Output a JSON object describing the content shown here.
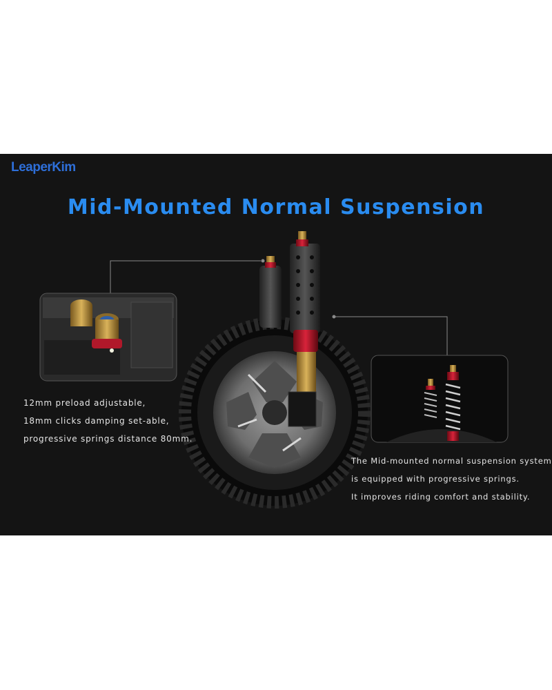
{
  "brand": {
    "logo_text": "LeaperKim"
  },
  "title": "Mid-Mounted Normal Suspension",
  "left_text": {
    "lines": [
      "12mm preload adjustable,",
      "18mm clicks damping set-able,",
      "progressive springs distance 80mm."
    ]
  },
  "right_text": {
    "lines": [
      "The Mid-mounted normal suspension system",
      "is equipped with progressive springs.",
      "It improves riding comfort and stability."
    ]
  },
  "colors": {
    "background": "#141414",
    "title": "#2a8cf0",
    "logo": "#2e6fd9",
    "accent_red": "#c8152a",
    "gold": "#c9a040"
  },
  "icons": [
    "wheel",
    "suspension-fork",
    "preload-knob",
    "coil-spring"
  ]
}
